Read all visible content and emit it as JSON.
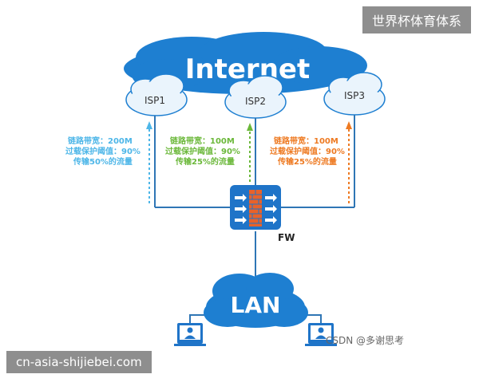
{
  "watermark_top": "世界杯体育体系",
  "watermark_bottom": "cn-asia-shijiebei.com",
  "csdn_tag": "CSDN @多谢思考",
  "internet_label": "Internet",
  "lan_label": "LAN",
  "fw_label": "FW",
  "isps": [
    {
      "label": "ISP1",
      "color": "#4db6e8",
      "lines": [
        "链路带宽：200M",
        "过载保护阈值：90%",
        "传输50%的流量"
      ]
    },
    {
      "label": "ISP2",
      "color": "#6bb83a",
      "lines": [
        "链路带宽：100M",
        "过载保护阈值：90%",
        "传输25%的流量"
      ]
    },
    {
      "label": "ISP3",
      "color": "#ee7a22",
      "lines": [
        "链路带宽：100M",
        "过载保护阈值：90%",
        "传输25%的流量"
      ]
    }
  ],
  "colors": {
    "cloud_main": "#1e7fd1",
    "cloud_light": "#eaf4fc",
    "cloud_stroke": "#1e7fd1",
    "line": "#2f76b5",
    "firewall": "#1f74c8",
    "brick": "#e8622a"
  }
}
